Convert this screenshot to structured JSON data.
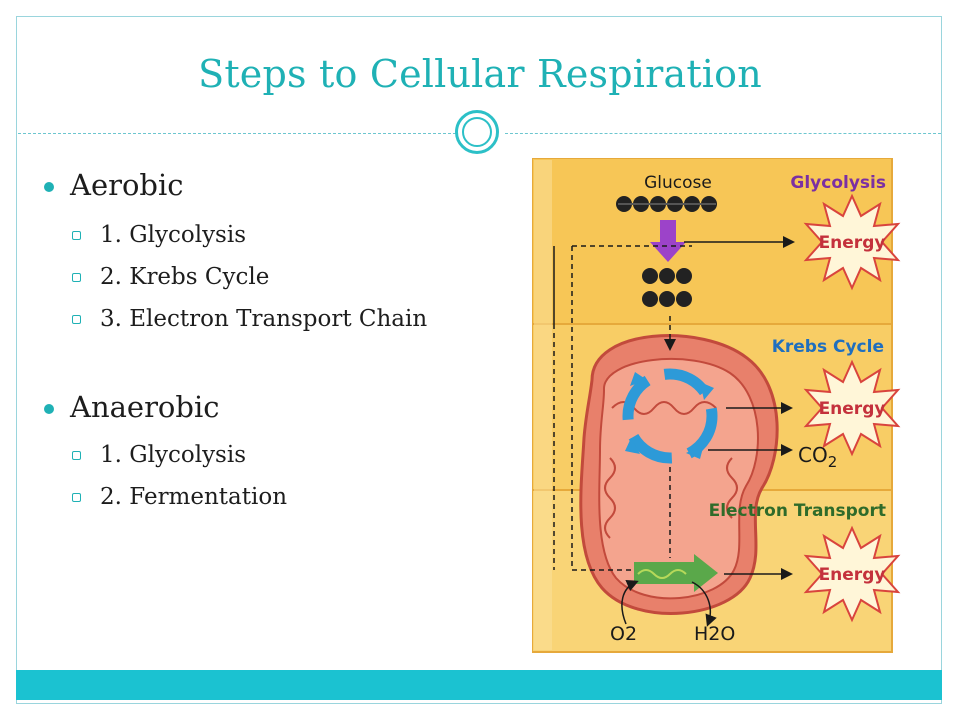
{
  "slide": {
    "title": "Steps to Cellular Respiration",
    "bullets": [
      {
        "label": "Aerobic",
        "items": [
          "1. Glycolysis",
          "2. Krebs Cycle",
          "3. Electron Transport Chain"
        ]
      },
      {
        "label": "Anaerobic",
        "items": [
          "1. Glycolysis",
          "2. Fermentation"
        ]
      }
    ]
  },
  "diagram": {
    "glucose": "Glucose",
    "stages": [
      "Glycolysis",
      "Krebs Cycle",
      "Electron Transport"
    ],
    "energy": "Energy",
    "co2": "CO",
    "co2_sub": "2",
    "o2": "O2",
    "h2o": "H2O",
    "colors": {
      "accent": "#1fb1b5",
      "bottom_bar": "#1bc2d1",
      "stage_label": "#7b2fa3",
      "background": "#f7c656",
      "energy_text": "#c4313c",
      "mitochondrion": "#e8806b",
      "arrow_purple": "#9c43c9",
      "cycle_blue": "#2d9ad8"
    }
  }
}
